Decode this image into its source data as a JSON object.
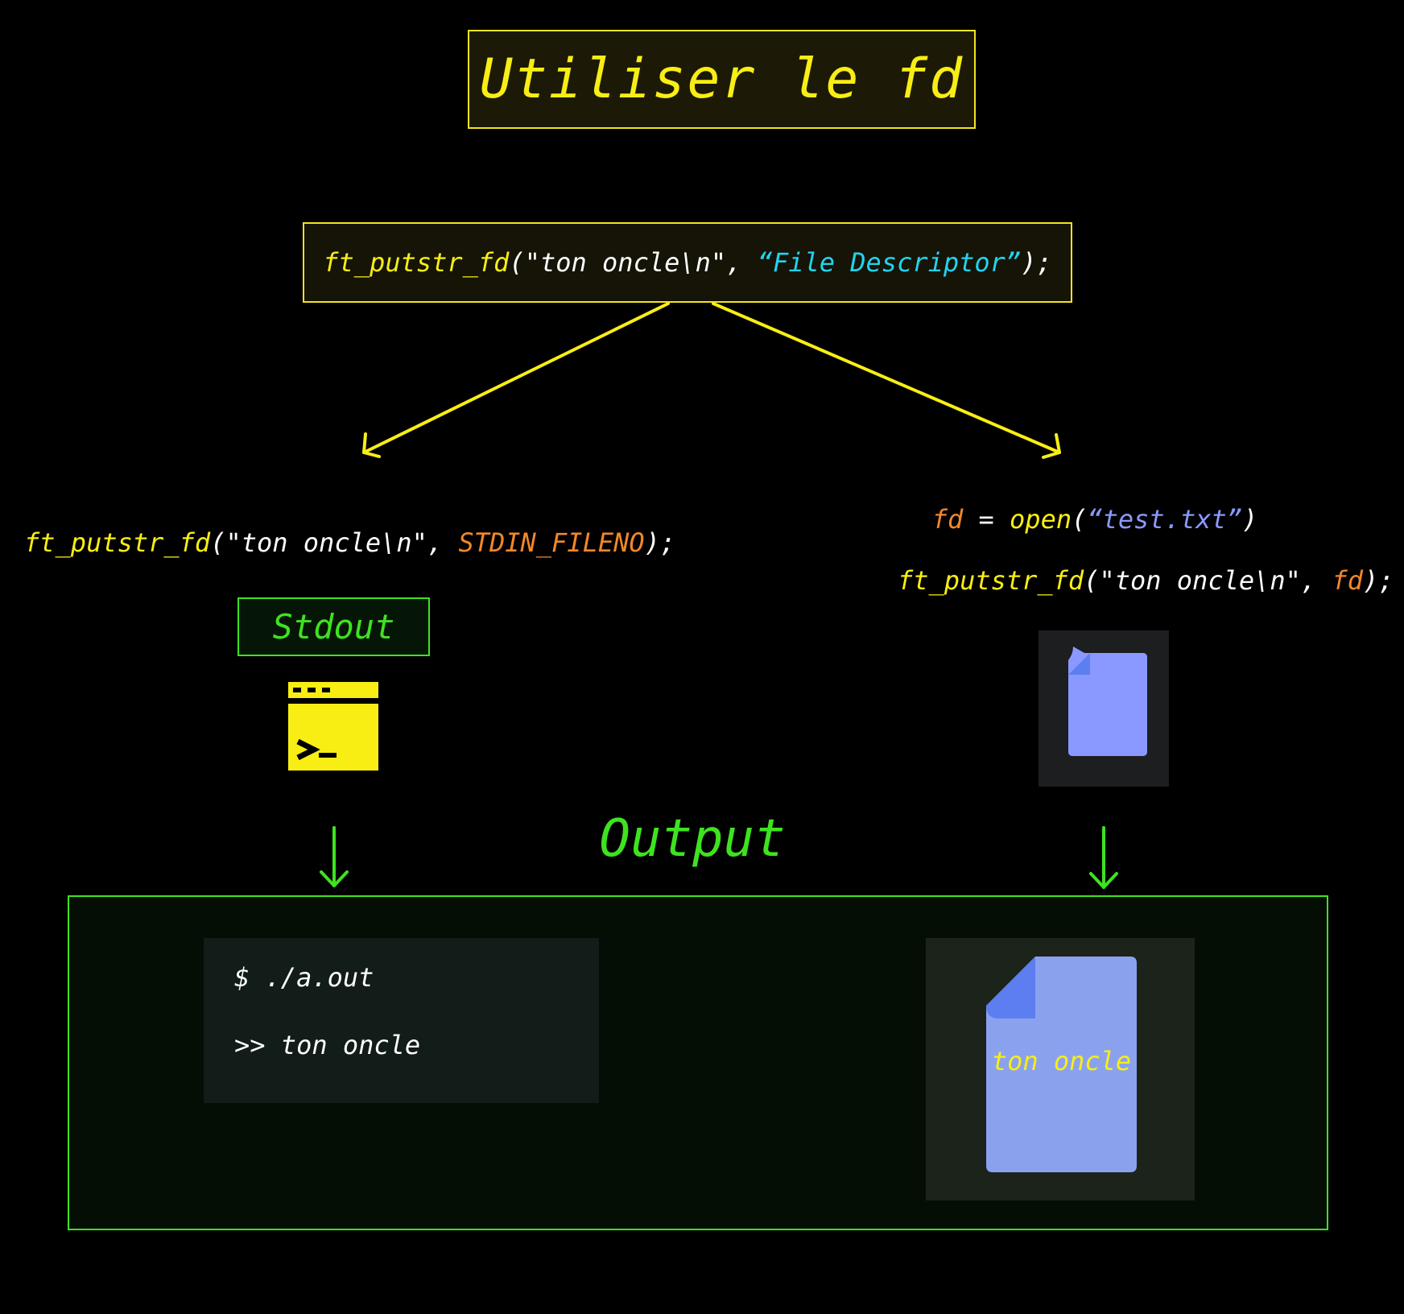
{
  "title": "Utiliser le fd",
  "top_code": {
    "fn": "ft_putstr_fd",
    "open_paren": "(",
    "str": "\"ton oncle\\n\", ",
    "fd": "“File Descriptor”",
    "close": ");"
  },
  "left_branch": {
    "fn": "ft_putstr_fd",
    "open_paren": "(",
    "str": "\"ton oncle\\n\", ",
    "fd": "STDIN_FILENO",
    "close": ");",
    "label": "Stdout",
    "icon": "terminal-icon"
  },
  "right_branch": {
    "open_var": "fd",
    "open_eq": " = ",
    "open_fn": "open",
    "open_paren": "(",
    "open_arg": "“test.txt”",
    "open_close": ")",
    "fn": "ft_putstr_fd",
    "call_paren": "(",
    "str": "\"ton oncle\\n\", ",
    "fd": "fd",
    "close": ");",
    "icon": "file-icon"
  },
  "output": {
    "label": "Output",
    "terminal_lines": [
      "$ ./a.out",
      ">> ton oncle"
    ],
    "file_content": "ton oncle"
  },
  "colors": {
    "yellow": "#f8ee14",
    "green": "#3ee31f",
    "cyan": "#21d4f0",
    "orange": "#f2872b",
    "file_blue": "#8a99ff"
  }
}
